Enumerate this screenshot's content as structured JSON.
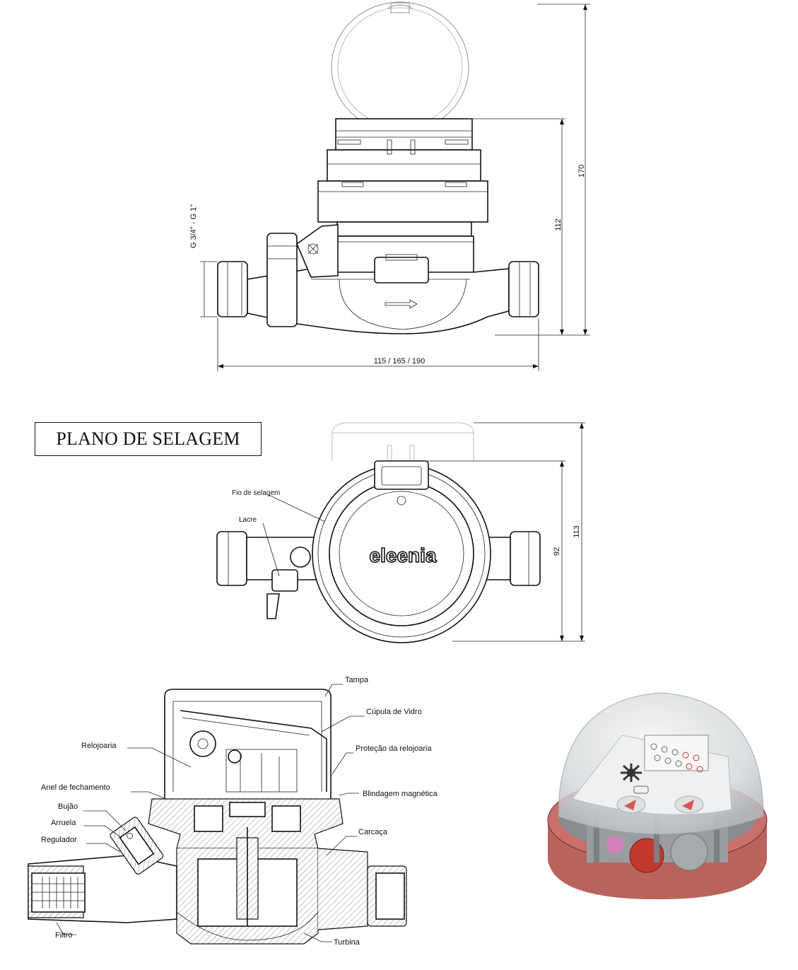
{
  "side_view": {
    "dim_height_total": "170",
    "dim_height_body": "112",
    "dim_length": "115 / 165 / 190",
    "dim_thread": "G 3/4\" - G 1\""
  },
  "top_view": {
    "title": "PLANO DE SELAGEM",
    "label_wire": "Fio de selagem",
    "label_seal": "Lacre",
    "brand": "eleenia",
    "dim_outer": "113",
    "dim_inner": "92"
  },
  "section_view": {
    "labels": {
      "tampa": "Tampa",
      "cupula": "Cúpula de Vidro",
      "relojoaria": "Relojoaria",
      "protecao": "Proteção da relojoaria",
      "anel": "Anel de fechamento",
      "blindagem": "Blindagem magnética",
      "bujao": "Bujão",
      "arruela": "Arruela",
      "carcaca": "Carcaça",
      "regulador": "Regulador",
      "filtro": "Filtro",
      "turbina": "Turbina"
    }
  },
  "colors": {
    "line": "#111111",
    "base_ring": "#c9706a",
    "pointer_red": "#d9534f",
    "dome": "#e2e4e6",
    "gear_red": "#c0392b",
    "gear_pink": "#d47fc0"
  }
}
